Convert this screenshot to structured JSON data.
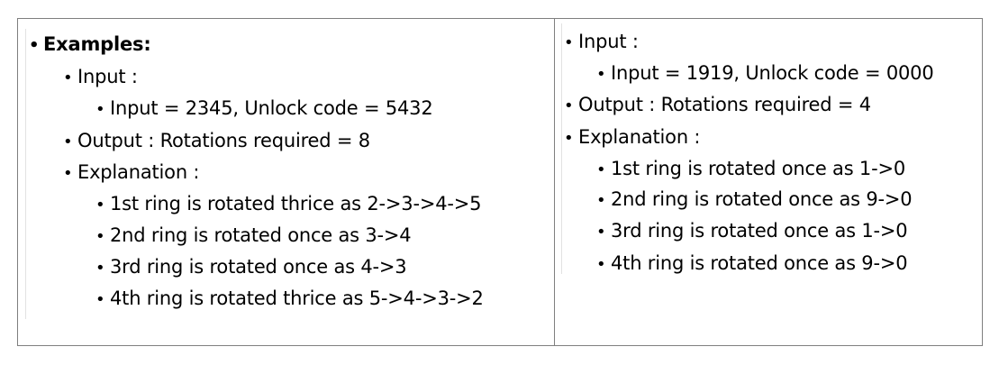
{
  "left": {
    "heading": "Examples:",
    "input_label": "Input :",
    "input_detail": "Input = 2345, Unlock code = 5432",
    "output": "Output : Rotations required = 8",
    "explanation_label": "Explanation :",
    "steps": [
      "1st ring is rotated thrice as 2->3->4->5",
      "2nd ring is rotated once as 3->4",
      "3rd ring is rotated once as 4->3",
      "4th ring is rotated thrice as 5->4->3->2"
    ]
  },
  "right": {
    "input_label": "Input :",
    "input_detail": "Input = 1919, Unlock code = 0000",
    "output": "Output : Rotations required = 4",
    "explanation_label": "Explanation :",
    "steps": [
      "1st ring is rotated once as 1->0",
      "2nd ring is rotated once as 9->0",
      "3rd ring is rotated once as 1->0",
      "4th ring is rotated once as 9->0"
    ]
  },
  "bullet_char": "•"
}
